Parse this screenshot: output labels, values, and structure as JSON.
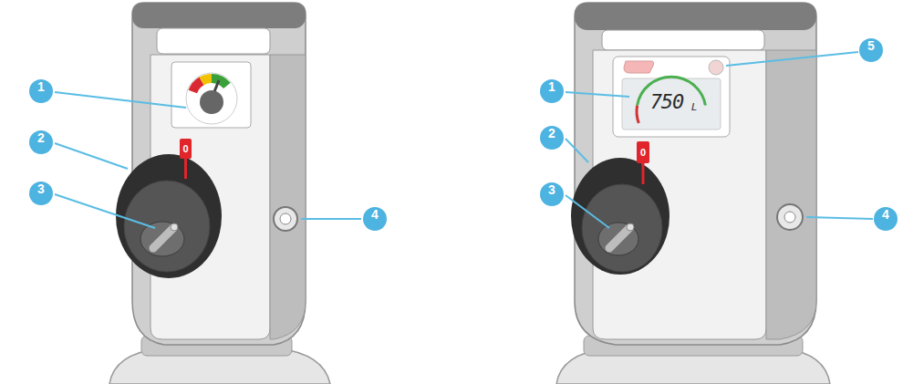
{
  "diagram": {
    "labels": [
      "1",
      "2",
      "3",
      "4",
      "0",
      "1",
      "2",
      "3",
      "4",
      "5",
      "0",
      "750",
      "L"
    ]
  }
}
